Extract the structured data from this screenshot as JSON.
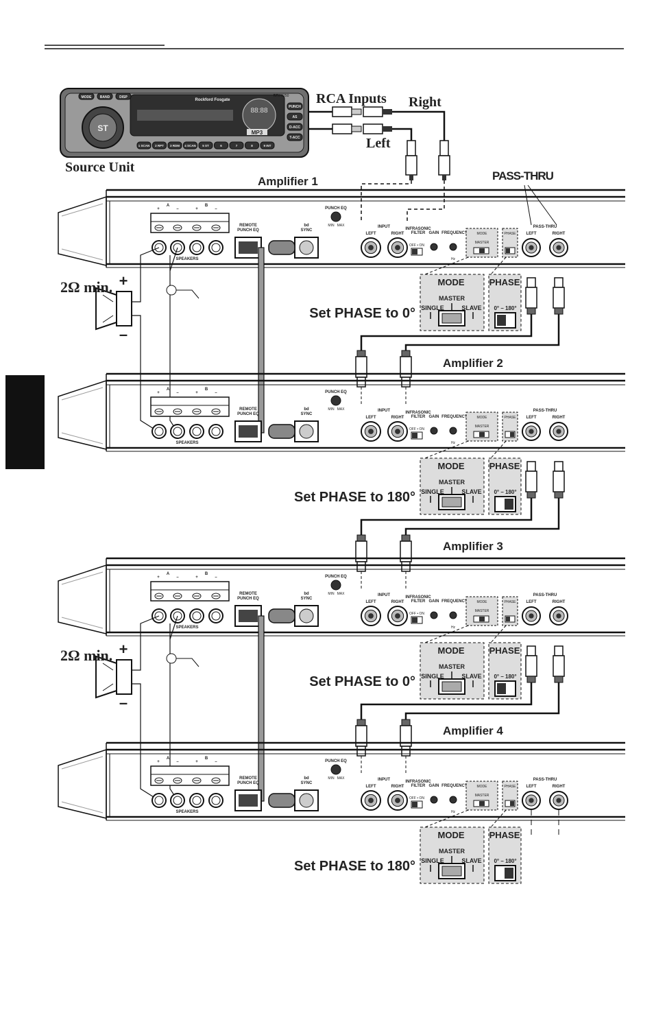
{
  "source_unit": {
    "label": "Source Unit",
    "buttons": [
      "MODE",
      "BAND",
      "DISP",
      "PUNCH",
      "AS",
      "D-ACC",
      "T-ACC"
    ],
    "presets": [
      "1 SCAN",
      "2 RPT",
      "3 RDM",
      "4 SCAN",
      "5 ST",
      "6",
      "7",
      "8",
      "9 INT"
    ],
    "brand": "Rockford Fosgate",
    "model": "RFX-8250",
    "badge": "MP3",
    "display_digits": "88:88"
  },
  "rca": {
    "inputs_label": "RCA Inputs",
    "right_label": "Right",
    "left_label": "Left"
  },
  "pass_thru_callout": "PASS-THRU",
  "amps": [
    {
      "title": "Amplifier 1",
      "phase_note": "Set PHASE to 0°",
      "impedance": "2Ω min.",
      "show_speaker": true,
      "phase": 0
    },
    {
      "title": "Amplifier 2",
      "phase_note": "Set PHASE to 180°",
      "impedance": "",
      "show_speaker": false,
      "phase": 180
    },
    {
      "title": "Amplifier 3",
      "phase_note": "Set PHASE to 0°",
      "impedance": "2Ω min.",
      "show_speaker": true,
      "phase": 0
    },
    {
      "title": "Amplifier 4",
      "phase_note": "Set PHASE to 180°",
      "impedance": "",
      "show_speaker": false,
      "phase": 180
    }
  ],
  "panel": {
    "terminals_a": "A",
    "terminals_b": "B",
    "plus": "+",
    "minus": "–",
    "speakers": "SPEAKERS",
    "remote_punch_eq": [
      "REMOTE",
      "PUNCH EQ"
    ],
    "bd_sync": [
      "bd",
      "SYNC"
    ],
    "punch_eq": "PUNCH EQ",
    "punch_min": "MIN",
    "punch_max": "MAX",
    "input": "INPUT",
    "left": "LEFT",
    "right": "RIGHT",
    "infrasonic": [
      "INFRASONIC",
      "FILTER"
    ],
    "off_on": "OFF • ON",
    "gain": "GAIN",
    "frequency": "FREQUENCY",
    "hz": "Hz",
    "mode": "MODE",
    "phase": "PHASE",
    "pass_thru": "PASS-THRU",
    "master": "MASTER",
    "single": "SINGLE",
    "slave": "SLAVE",
    "phase_range": "0° – 180°"
  },
  "speaker_polarity": {
    "plus": "+",
    "minus": "–"
  }
}
